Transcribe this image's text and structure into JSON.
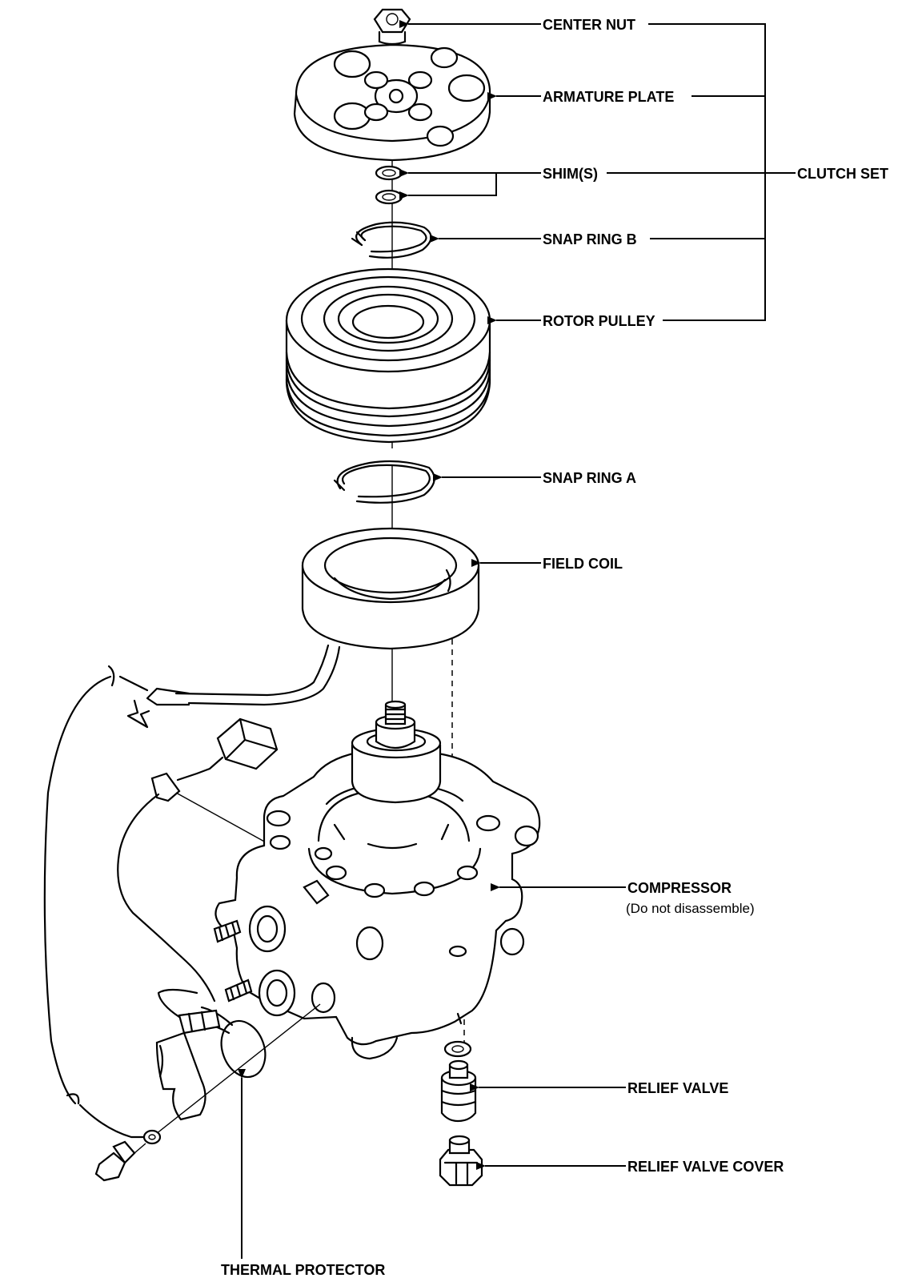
{
  "labels": {
    "center_nut": "CENTER NUT",
    "armature_plate": "ARMATURE PLATE",
    "shims": "SHIM(S)",
    "clutch_set": "CLUTCH SET",
    "snap_ring_b": "SNAP RING B",
    "rotor_pulley": "ROTOR PULLEY",
    "snap_ring_a": "SNAP RING A",
    "field_coil": "FIELD COIL",
    "compressor": "COMPRESSOR",
    "compressor_note": "(Do not disassemble)",
    "relief_valve": "RELIEF VALVE",
    "relief_valve_cover": "RELIEF VALVE COVER",
    "thermal_protector": "THERMAL PROTECTOR"
  },
  "colors": {
    "ink": "#000000",
    "paper": "#ffffff"
  }
}
